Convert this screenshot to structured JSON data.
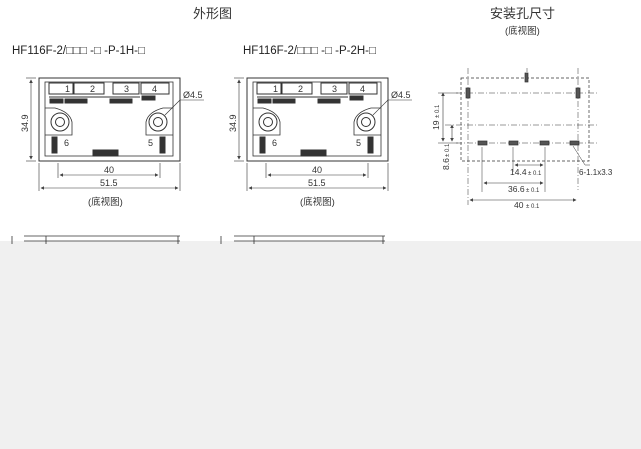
{
  "titles": {
    "outline": "外形图",
    "mounting": "安装孔尺寸",
    "mounting_note": "(底视图)"
  },
  "models": {
    "left": "HF116F-2/□□□ -□ -P-1H-□",
    "right": "HF116F-2/□□□ -□ -P-2H-□"
  },
  "captions": {
    "left": "(底视图)",
    "right": "(底视图)"
  },
  "dims": {
    "height": "34.9",
    "hole": "Ø4.5",
    "pitch": "40",
    "width": "51.5",
    "mount_y1": "19",
    "mount_y1_tol": "± 0.1",
    "mount_y2": "8.6",
    "mount_y2_tol": "± 0.1",
    "mount_x1": "14.4",
    "mount_x1_tol": "± 0.1",
    "mount_x2": "36.6",
    "mount_x2_tol": "± 0.1",
    "mount_x3": "40",
    "mount_x3_tol": "± 0.1",
    "slot": "6-1.1x3.3"
  },
  "pins": {
    "top": [
      "1",
      "2",
      "3",
      "4"
    ],
    "left": "6",
    "right": "5"
  }
}
